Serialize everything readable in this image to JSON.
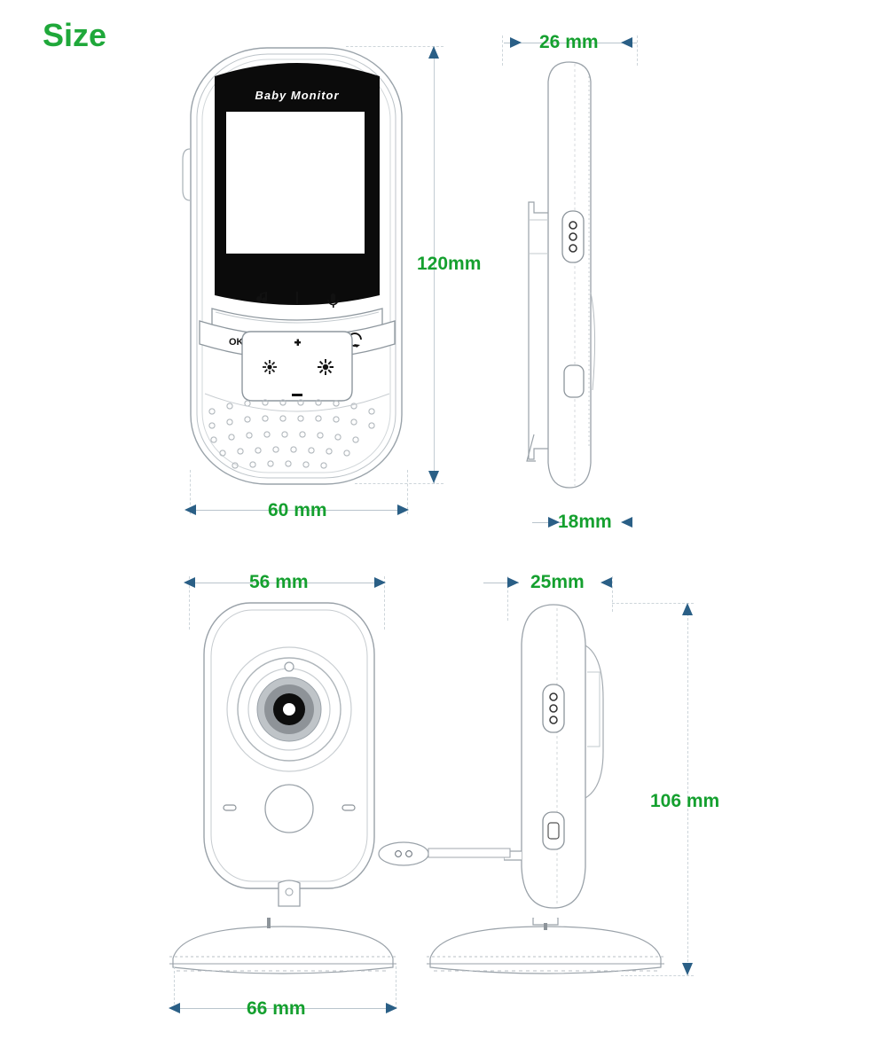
{
  "header": {
    "title": "Size"
  },
  "colors": {
    "dimension_text": "#15a02f",
    "title": "#1fa83a",
    "arrow": "#2a5f86",
    "line": "#9aa2a9",
    "screen_bezel": "#0b0b0b"
  },
  "monitor_unit": {
    "screen_brand_text": "Baby Monitor",
    "buttons": [
      {
        "name": "music-button",
        "icon": "music-note-icon",
        "label": ""
      },
      {
        "name": "microphone-button",
        "icon": "microphone-icon",
        "label": ""
      },
      {
        "name": "ok-button",
        "icon": "ok-icon",
        "label": "OK"
      },
      {
        "name": "back-button",
        "icon": "back-arrow-icon",
        "label": ""
      },
      {
        "name": "volume-up-button",
        "icon": "plus-icon",
        "label": ""
      },
      {
        "name": "volume-down-button",
        "icon": "minus-icon",
        "label": ""
      },
      {
        "name": "brightness-down-button",
        "icon": "brightness-down-icon",
        "label": ""
      },
      {
        "name": "brightness-up-button",
        "icon": "brightness-up-icon",
        "label": ""
      }
    ]
  },
  "dimensions": {
    "monitor": {
      "height": "120mm",
      "width": "60 mm",
      "depth_top": "26 mm",
      "depth_bottom": "18mm"
    },
    "camera": {
      "width": "56 mm",
      "depth": "25mm",
      "height": "106 mm"
    },
    "base": {
      "width": "66 mm"
    }
  },
  "views": [
    {
      "name": "monitor-front-view",
      "label": ""
    },
    {
      "name": "monitor-side-view",
      "label": ""
    },
    {
      "name": "camera-front-view",
      "label": ""
    },
    {
      "name": "camera-side-view",
      "label": ""
    },
    {
      "name": "camera-base-front",
      "label": ""
    },
    {
      "name": "camera-base-side",
      "label": ""
    }
  ]
}
